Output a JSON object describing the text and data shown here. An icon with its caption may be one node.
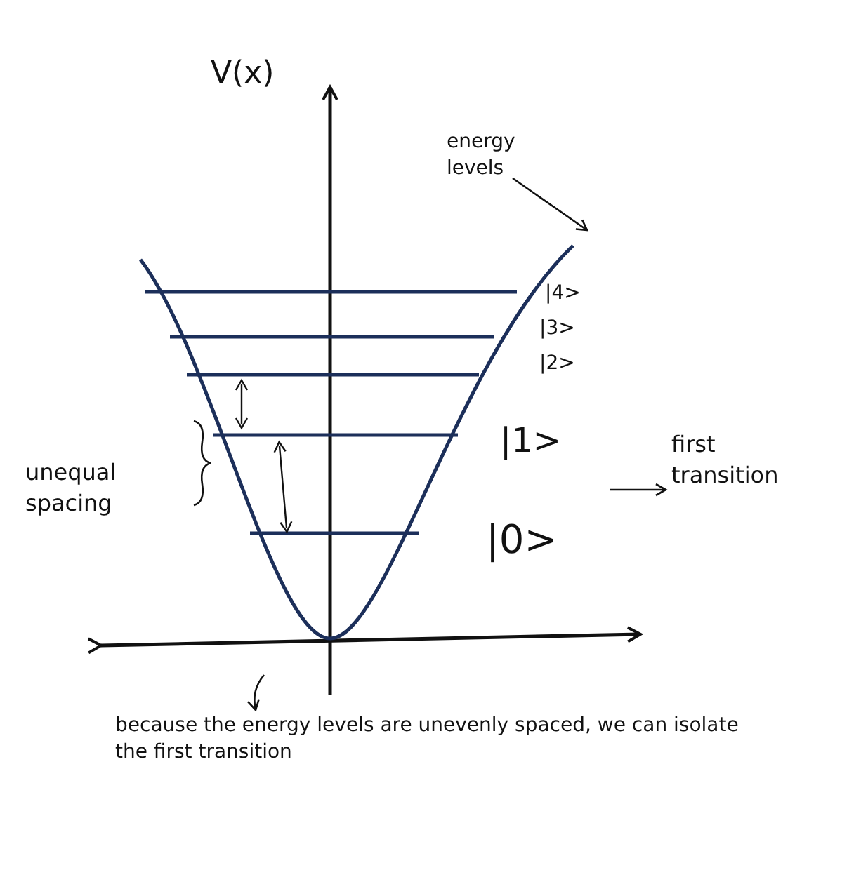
{
  "diagram": {
    "nodes": [
      {
        "text": [
          "energy levels"
        ]
      },
      {
        "text": [
          "first transition"
        ]
      },
      {
        "text": [
          "because the energy levels are unevenly spaced, we can isolate the first transition"
        ]
      }
    ],
    "edges": [
      {
        "from": 0,
        "to": null,
        "arrow": "to"
      },
      {
        "from": null,
        "to": 1,
        "arrow": "to"
      },
      {
        "from": null,
        "to": 2,
        "arrow": "to"
      }
    ],
    "labels": [
      "V(x)",
      "|4>",
      "|3>",
      "|2>",
      "|1>",
      "|0>",
      "unequal spacing"
    ]
  }
}
